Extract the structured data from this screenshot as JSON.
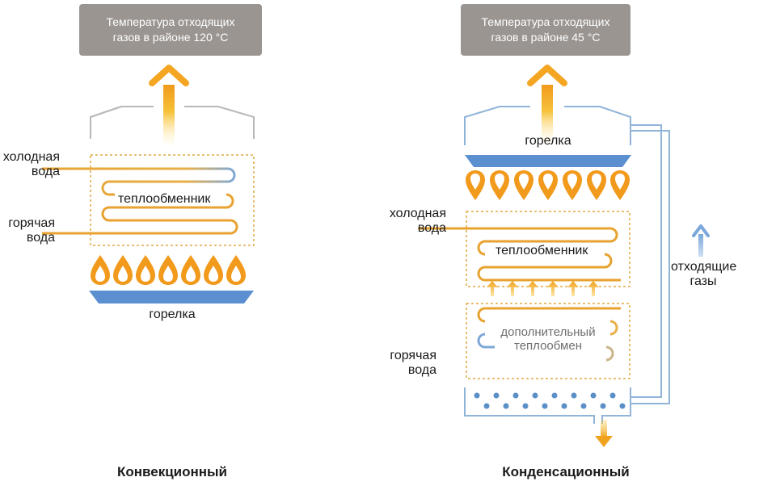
{
  "colors": {
    "flue_box": "#9a9591",
    "flame": "#f19a1c",
    "water_hot": "#e8a230",
    "water_cold": "#5b8fc8",
    "burner": "#5b8fd0",
    "duct_outline": "#8fb4d8",
    "dashed_frame": "#e0a840"
  },
  "left": {
    "flue_temp": [
      "Температура отходящих",
      "газов в районе 120 °C"
    ],
    "cold_water": [
      "холодная",
      "вода"
    ],
    "hot_water": [
      "горячая",
      "вода"
    ],
    "heat_exchanger": "теплообменник",
    "burner": "горелка",
    "title": "Конвекционный"
  },
  "right": {
    "flue_temp": [
      "Температура отходящих",
      "газов в районе 45 °C"
    ],
    "burner": "горелка",
    "cold_water": [
      "холодная",
      "вода"
    ],
    "heat_exchanger": "теплообменник",
    "extra_exchanger": [
      "дополнительный",
      "теплообмен"
    ],
    "hot_water": [
      "горячая",
      "вода"
    ],
    "flue_gases": [
      "отходящие",
      "газы"
    ],
    "title": "Конденсационный"
  }
}
